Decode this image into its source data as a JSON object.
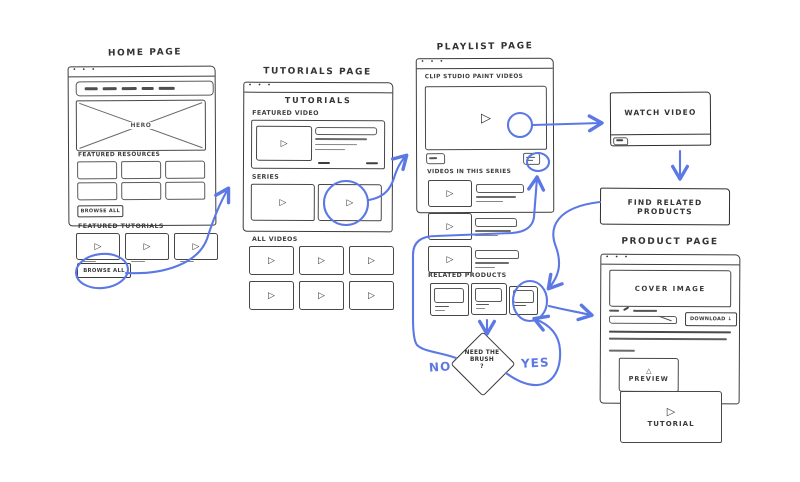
{
  "colors": {
    "ink": "#3a3a3a",
    "ink_light": "#6c6c6c",
    "accent_blue": "#5b78e4",
    "paper": "#ffffff"
  },
  "icons": {
    "window_dots": "• • •",
    "play": "▷",
    "download_arrow": "↓",
    "image_placeholder": "△"
  },
  "home_page": {
    "title": "HOME PAGE",
    "hero_label": "HERO",
    "featured_resources_label": "FEATURED RESOURCES",
    "browse_all_label": "BROWSE ALL",
    "featured_tutorials_label": "FEATURED TUTORIALS",
    "browse_all_tutorials_label": "BROWSE ALL"
  },
  "tutorials_page": {
    "title": "TUTORIALS PAGE",
    "heading": "TUTORIALS",
    "featured_video_label": "FEATURED VIDEO",
    "series_label": "SERIES",
    "all_videos_label": "ALL VIDEOS"
  },
  "playlist_page": {
    "title": "PLAYLIST PAGE",
    "heading": "CLIP STUDIO PAINT VIDEOS",
    "videos_in_series_label": "VIDEOS IN THIS SERIES",
    "related_products_label": "RELATED PRODUCTS"
  },
  "watch_video_step": {
    "label": "WATCH VIDEO"
  },
  "find_products_step": {
    "label": "FIND RELATED PRODUCTS"
  },
  "product_page": {
    "title": "PRODUCT PAGE",
    "cover_image_label": "COVER IMAGE",
    "download_label": "DOWNLOAD",
    "preview_label": "PREVIEW",
    "tutorial_label": "TUTORIAL"
  },
  "decision": {
    "question_line1": "NEED THE",
    "question_line2": "BRUSH",
    "question_line3": "?",
    "no_label": "NO",
    "yes_label": "YES"
  }
}
